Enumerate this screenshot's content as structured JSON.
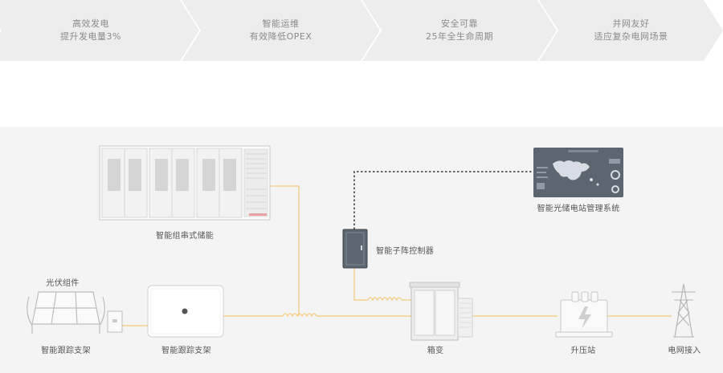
{
  "banner": [
    {
      "line1": "高效发电",
      "line2": "提升发电量3%"
    },
    {
      "line1": "智能运维",
      "line2": "有效降低OPEX"
    },
    {
      "line1": "安全可靠",
      "line2": "25年全生命周期"
    },
    {
      "line1": "并网友好",
      "line2": "适应复杂电网场景"
    }
  ],
  "labels": {
    "storage": "智能组串式储能",
    "management": "智能光储电站管理系统",
    "controller": "智能子阵控制器",
    "pv_modules": "光伏组件",
    "tracker": "智能跟踪支架",
    "inverter": "智能跟踪支架",
    "box_transformer": "箱变",
    "booster": "升压站",
    "grid": "电网接入"
  },
  "colors": {
    "banner_bg": "#ededed",
    "panel_bg": "#f4f4f4",
    "power_line": "#f5c97a",
    "signal_line": "#666666",
    "device_dark": "#5b6670"
  }
}
